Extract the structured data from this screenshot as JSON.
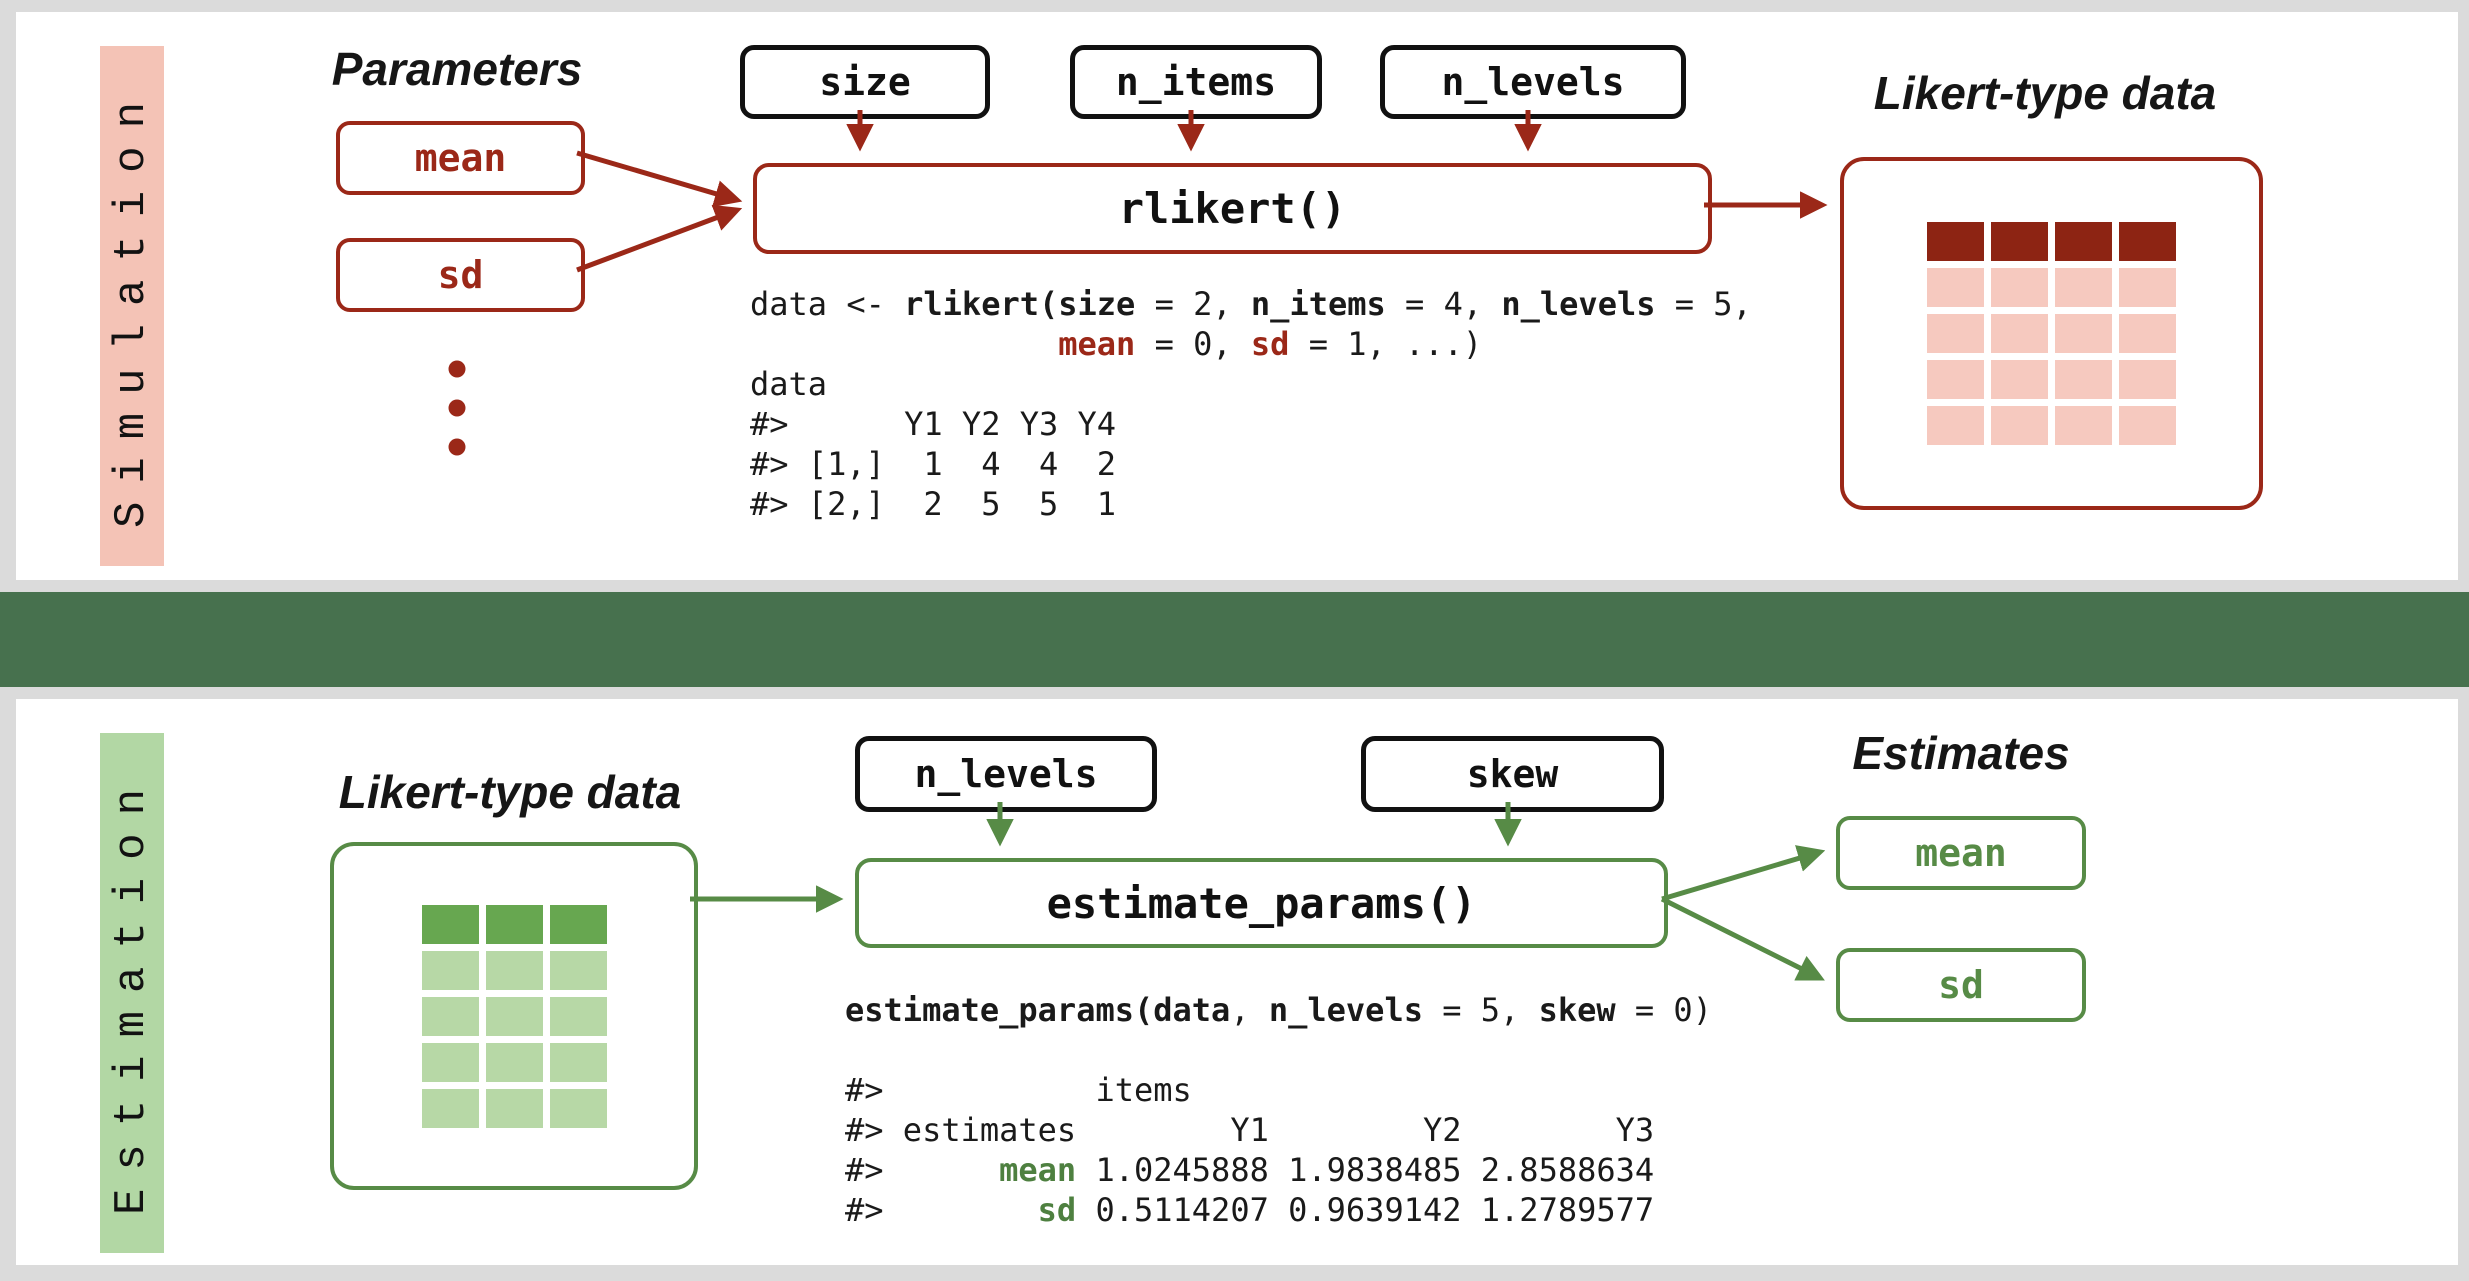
{
  "colors": {
    "page_bg": "#DBDBDB",
    "panel_bg": "#FFFFFF",
    "band_green": "#47714E",
    "accent_red": "#9B2818",
    "red_cell_dark": "#8D2413",
    "red_cell_light": "#F6C9BF",
    "sim_bar": "#F4C3B6",
    "accent_green": "#578B46",
    "code_green": "#4E8040",
    "green_cell_dark": "#67A750",
    "green_cell_light": "#B7D8A6",
    "est_bar": "#B2D7A4"
  },
  "simulation": {
    "side_label": "Simulation",
    "parameters_title": "Parameters",
    "mean_label": "mean",
    "sd_label": "sd",
    "size_label": "size",
    "n_items_label": "n_items",
    "n_levels_label": "n_levels",
    "function_label": "rlikert()",
    "output_title": "Likert-type data",
    "table": {
      "rows": 5,
      "cols": 4
    },
    "code": [
      [
        [
          "data <- ",
          "p"
        ],
        [
          "rlikert(size",
          "b"
        ],
        [
          " = 2, ",
          "p"
        ],
        [
          "n_items",
          "b"
        ],
        [
          " = 4, ",
          "p"
        ],
        [
          "n_levels",
          "b"
        ],
        [
          " = 5,",
          "p"
        ]
      ],
      [
        [
          "                ",
          "p"
        ],
        [
          "mean",
          "a"
        ],
        [
          " = 0, ",
          "p"
        ],
        [
          "sd",
          "a"
        ],
        [
          " = 1, ...)",
          "p"
        ]
      ],
      [
        [
          "data",
          "p"
        ]
      ],
      [
        [
          "#>      Y1 Y2 Y3 Y4",
          "p"
        ]
      ],
      [
        [
          "#> [1,]  1  4  4  2",
          "p"
        ]
      ],
      [
        [
          "#> [2,]  2  5  5  1",
          "p"
        ]
      ]
    ]
  },
  "estimation": {
    "side_label": "Estimation",
    "input_title": "Likert-type data",
    "n_levels_label": "n_levels",
    "skew_label": "skew",
    "function_label": "estimate_params()",
    "estimates_title": "Estimates",
    "mean_label": "mean",
    "sd_label": "sd",
    "table": {
      "rows": 5,
      "cols": 3
    },
    "code": [
      [
        [
          "estimate_params(data",
          "b"
        ],
        [
          ", ",
          "p"
        ],
        [
          "n_levels",
          "b"
        ],
        [
          " = 5, ",
          "p"
        ],
        [
          "skew",
          "b"
        ],
        [
          " = 0)",
          "p"
        ]
      ],
      [],
      [
        [
          "#>           items",
          "p"
        ]
      ],
      [
        [
          "#> estimates        Y1        Y2        Y3",
          "p"
        ]
      ],
      [
        [
          "#>      ",
          "p"
        ],
        [
          "mean",
          "a"
        ],
        [
          " 1.0245888 1.9838485 2.8588634",
          "p"
        ]
      ],
      [
        [
          "#>        ",
          "p"
        ],
        [
          "sd",
          "a"
        ],
        [
          " 0.5114207 0.9639142 1.2789577",
          "p"
        ]
      ]
    ]
  }
}
